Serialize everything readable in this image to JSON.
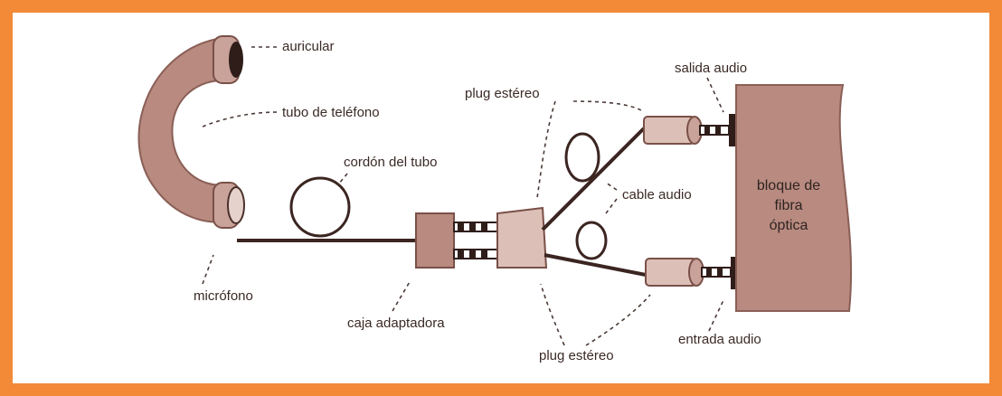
{
  "labels": {
    "earpiece": "auricular",
    "handset": "tubo de teléfono",
    "handset_cord": "cordón del tubo",
    "stereo_plug_top": "plug estéreo",
    "stereo_plug_bottom": "plug estéreo",
    "audio_out": "salida audio",
    "audio_cable": "cable audio",
    "audio_in": "entrada audio",
    "microphone": "micrófono",
    "adapter_box": "caja adaptadora",
    "fiber_block_line1": "bloque de",
    "fiber_block_line2": "fibra",
    "fiber_block_line3": "óptica"
  },
  "colors": {
    "frame": "#f28a38",
    "component_fill": "#b88a80",
    "component_light": "#dcc0b8",
    "line": "#3b2521"
  }
}
